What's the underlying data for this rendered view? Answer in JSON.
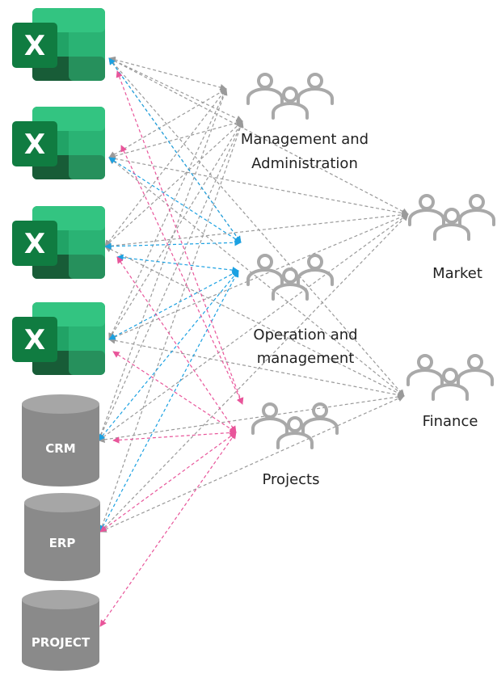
{
  "colors": {
    "gray_connector": "#9a9a9a",
    "blue_connector": "#1ba1e2",
    "pink_connector": "#e8559a",
    "db_fill": "#8a8a8a",
    "db_top": "#a6a6a6",
    "people_icon": "#a9a9a9",
    "excel_dark": "#185c37",
    "excel_mid": "#21a366",
    "excel_light": "#33c481",
    "excel_badge": "#107c41"
  },
  "spreadsheets": [
    {
      "icon": "excel-icon",
      "label": "X"
    },
    {
      "icon": "excel-icon",
      "label": "X"
    },
    {
      "icon": "excel-icon",
      "label": "X"
    },
    {
      "icon": "excel-icon",
      "label": "X"
    }
  ],
  "databases": [
    {
      "icon": "database-icon",
      "label": "CRM"
    },
    {
      "icon": "database-icon",
      "label": "ERP"
    },
    {
      "icon": "database-icon",
      "label": "PROJECT"
    }
  ],
  "groups": {
    "management": {
      "icon": "people-icon",
      "line1": "Management and",
      "line2": "Administration"
    },
    "operation": {
      "icon": "people-icon",
      "line1": "Operation and",
      "line2": "management"
    },
    "projects": {
      "icon": "people-icon",
      "label": "Projects"
    },
    "market": {
      "icon": "people-icon",
      "label": "Market"
    },
    "finance": {
      "icon": "people-icon",
      "label": "Finance"
    }
  }
}
